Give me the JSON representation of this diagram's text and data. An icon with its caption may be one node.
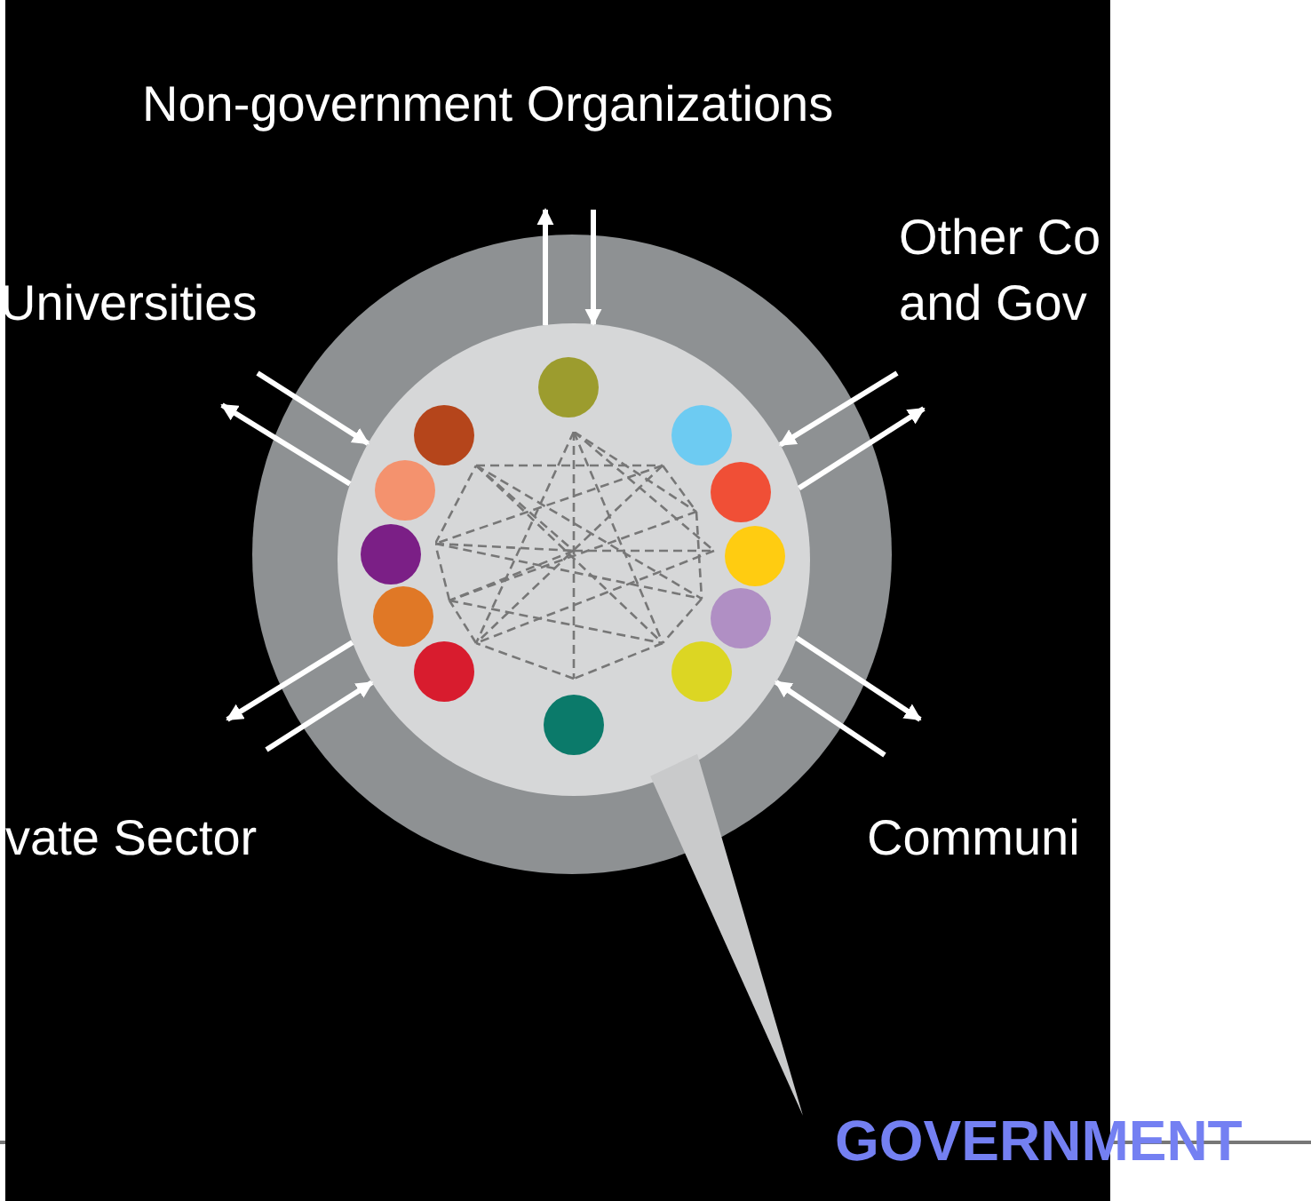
{
  "diagram": {
    "nodes": [
      {
        "text": [],
        "shape": "circle"
      },
      {
        "text": [],
        "shape": "circle",
        "in": 0
      },
      {
        "text": [],
        "shape": "circle",
        "in": 1
      },
      {
        "text": [],
        "shape": "circle",
        "in": 1
      },
      {
        "text": [],
        "shape": "circle",
        "in": 1
      },
      {
        "text": [],
        "shape": "circle",
        "in": 1
      },
      {
        "text": [],
        "shape": "circle",
        "in": 1
      },
      {
        "text": [],
        "shape": "circle",
        "in": 1
      },
      {
        "text": [],
        "shape": "circle",
        "in": 1
      },
      {
        "text": [],
        "shape": "circle",
        "in": 1
      },
      {
        "text": [],
        "shape": "circle",
        "in": 1
      },
      {
        "text": [],
        "shape": "circle",
        "in": 1
      },
      {
        "text": [],
        "shape": "circle",
        "in": 1
      },
      {
        "text": [],
        "shape": "circle",
        "in": 1
      },
      {
        "text": [
          "GOVERNMENT"
        ]
      }
    ],
    "edges": [
      {
        "from": 1,
        "to": null,
        "arrow": "to"
      },
      {
        "from": null,
        "to": 1,
        "arrow": "to"
      },
      {
        "from": null,
        "to": 1,
        "arrow": "to"
      },
      {
        "from": 1,
        "to": null,
        "arrow": "to"
      },
      {
        "from": null,
        "to": 1,
        "arrow": "to"
      },
      {
        "from": 1,
        "to": null,
        "arrow": "to"
      },
      {
        "from": 1,
        "to": null,
        "arrow": "to"
      },
      {
        "from": null,
        "to": 1,
        "arrow": "to"
      },
      {
        "from": null,
        "to": 1,
        "arrow": "to"
      },
      {
        "from": 1,
        "to": null,
        "arrow": "to"
      },
      {
        "from": 1,
        "to": 14,
        "arrow": "none"
      }
    ],
    "labels": [
      "Non-government Organizations",
      "Universities",
      "Other Co and Gov",
      "vate Sector",
      "Communi"
    ]
  }
}
